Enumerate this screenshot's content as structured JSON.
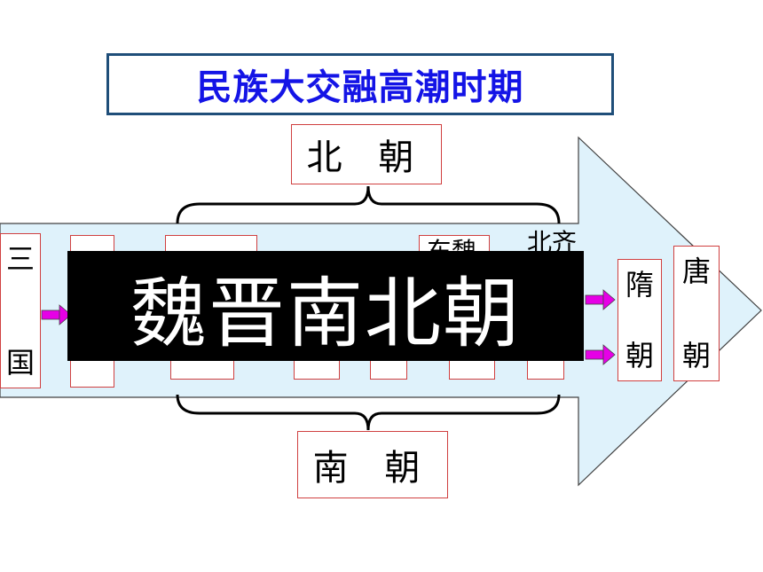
{
  "title": "民族大交融高潮时期",
  "northern_label": "北 朝",
  "southern_label": "南 朝",
  "banner": "魏晋南北朝",
  "boxes": {
    "sanguo": [
      "三",
      "国"
    ],
    "sui": [
      "隋",
      "朝"
    ],
    "tang": [
      "唐",
      "朝"
    ]
  },
  "partial_labels": {
    "dongwei": "东魏",
    "beiqi": "北齐"
  },
  "colors": {
    "title_text": "#1414e6",
    "title_border": "#1f4e79",
    "arrow_fill": "#dff2fb",
    "box_border": "#d04040",
    "small_arrow": "#e600e6",
    "banner_bg": "#000000",
    "banner_text": "#ffffff"
  }
}
